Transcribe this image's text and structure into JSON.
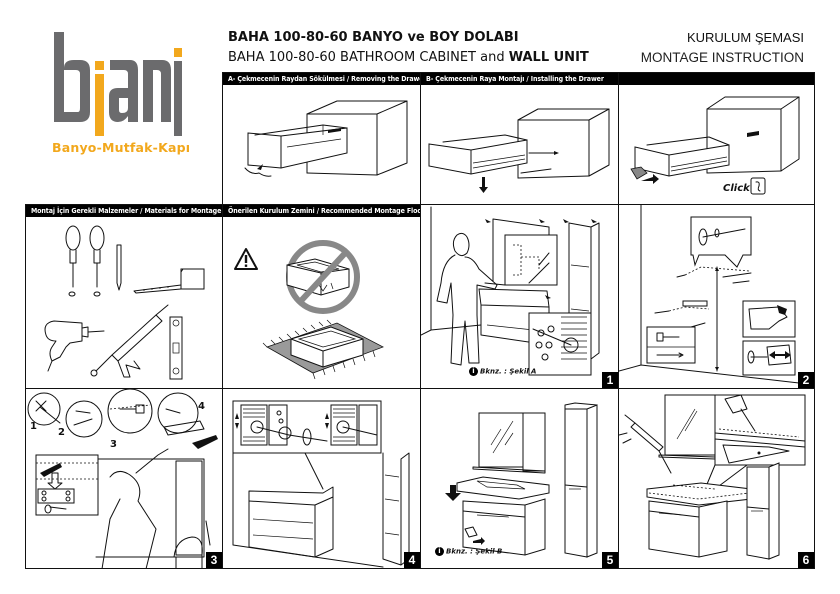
{
  "brand": {
    "logo_text": "biani",
    "tagline": "Banyo-Mutfak-Kapı",
    "colors": {
      "logo_gray": "#6b6b6d",
      "logo_orange": "#f2a81d"
    }
  },
  "header": {
    "title_tr": "BAHA 100-80-60 BANYO ve BOY DOLABI",
    "title_en_prefix": "BAHA 100-80-60 BATHROOM CABINET and ",
    "title_en_bold": "WALL UNIT",
    "right_tr": "KURULUM ŞEMASI",
    "right_en": "MONTAGE INSTRUCTION"
  },
  "sections": {
    "a_removing": "A- Çekmecenin Raydan Sökülmesi / Removing the Drawer",
    "b_installing": "B- Çekmecenin Raya Montajı / Installing the Drawer",
    "materials": "Montaj İçin Gerekli Malzemeler / Materials for Montage",
    "floor": "Önerilen Kurulum Zemini / Recommended Montage Floor"
  },
  "labels": {
    "click": "Click !",
    "see_fig_a": "Bknz. : Şekil  A",
    "see_fig_b": "Bknz. : Şekil  B",
    "info_glyph": "i"
  },
  "steps": [
    {
      "number": "1"
    },
    {
      "number": "2"
    },
    {
      "number": "3",
      "sub_numbers": [
        "1",
        "2",
        "3",
        "4"
      ]
    },
    {
      "number": "4"
    },
    {
      "number": "5"
    },
    {
      "number": "6"
    }
  ]
}
